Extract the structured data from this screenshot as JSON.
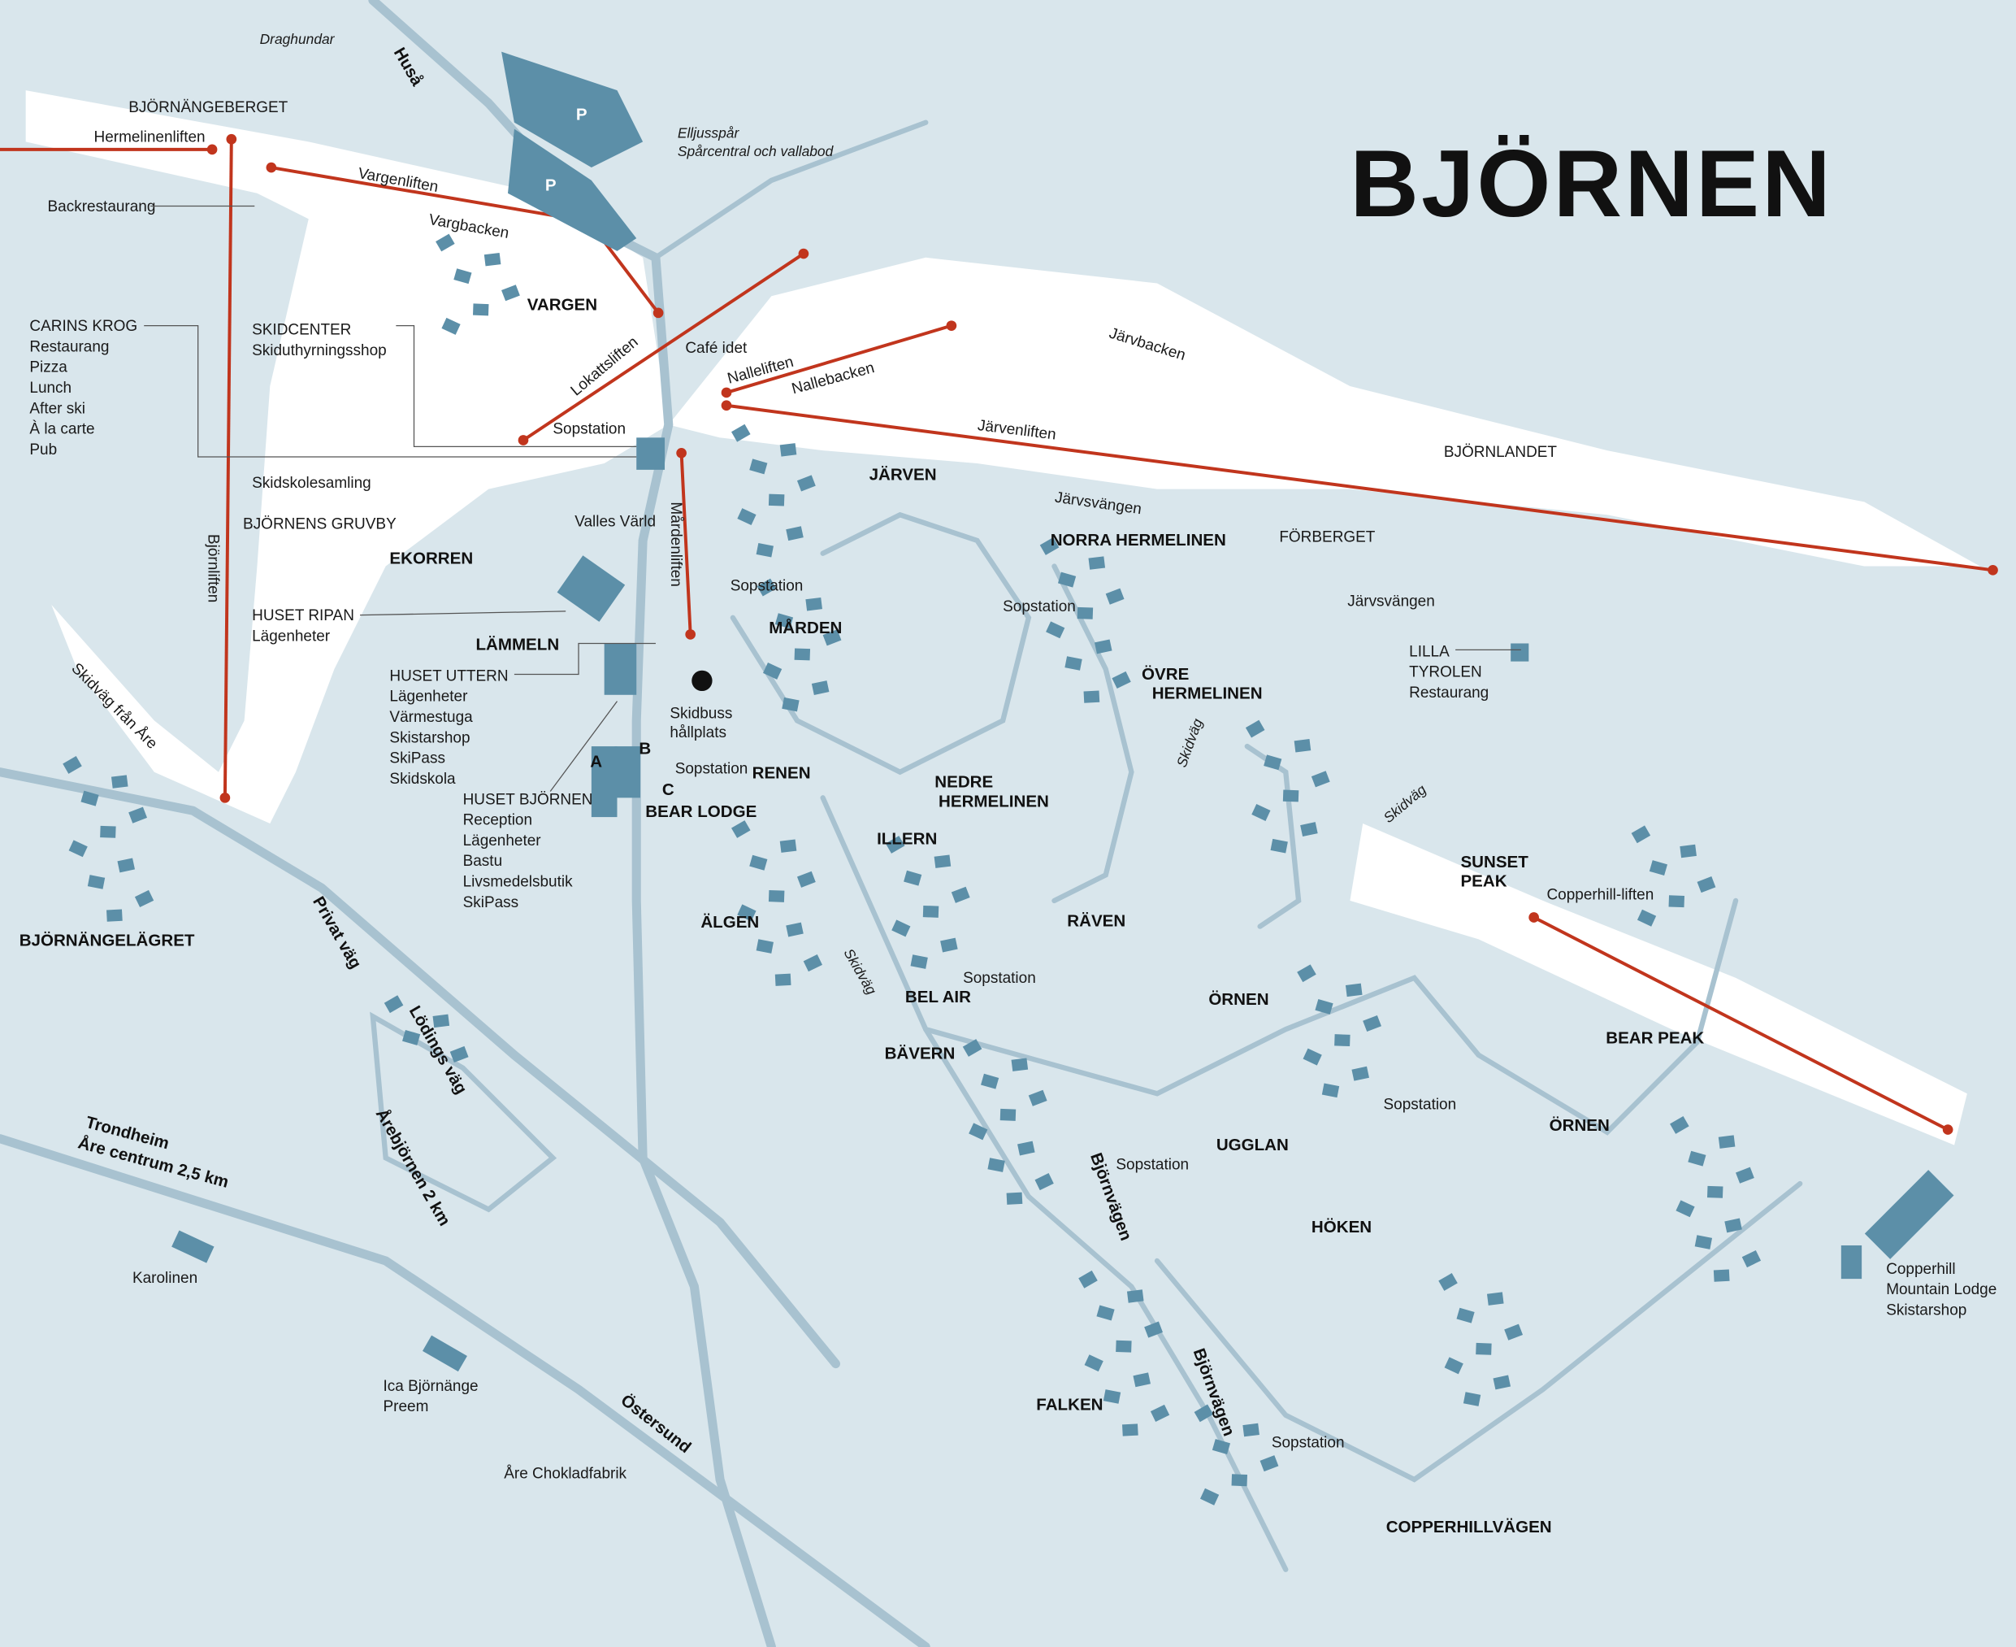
{
  "title": "BJÖRNEN",
  "lifts": {
    "hermelinen": "Hermelinenliften",
    "vargen": "Vargenliften",
    "lokatt": "Lokattsliften",
    "nalle": "Nalleliften",
    "jarven": "Järvenliften",
    "marden": "Mårdenliften",
    "bjorn": "Björnliften",
    "copperhill": "Copperhill-liften"
  },
  "slopes": {
    "vargbacken": "Vargbacken",
    "nallebacken": "Nallebacken",
    "jarvbacken": "Järvbacken",
    "jarvsvangen1": "Järvsvängen",
    "jarvsvangen2": "Järvsvängen",
    "skidvag1": "Skidväg",
    "skidvag2": "Skidväg",
    "skidvag3": "Skidväg",
    "skidvag_are": "Skidväg från Åre"
  },
  "places": {
    "bjornangeberget": "BJÖRNÄNGEBERGET",
    "bjornlandet": "BJÖRNLANDET",
    "forberget": "FÖRBERGET",
    "valles": "Valles Värld",
    "cafe": "Café idet",
    "backrest": "Backrestaurang",
    "draghundar": "Draghundar",
    "husa": "Huså",
    "elljus1": "Elljusspår",
    "elljus2": "Spårcentral och vallabod",
    "skidskole": "Skidskolesamling",
    "gruvby": "BJÖRNENS GRUVBY",
    "skidbuss1": "Skidbuss",
    "skidbuss2": "hållplats",
    "sop": "Sopstation",
    "karolinen": "Karolinen",
    "ica1": "Ica Björnänge",
    "ica2": "Preem",
    "choklad": "Åre Chokladfabrik",
    "trondheim1": "Trondheim",
    "trondheim2": "Åre centrum 2,5 km",
    "ostersund": "Östersund",
    "privat": "Privat väg",
    "lodings": "Lödings väg",
    "arebjornen": "Årebjörnen 2 km",
    "bjornvagen": "Björnvägen",
    "parking": "P",
    "a": "A",
    "b": "B",
    "c": "C"
  },
  "info": {
    "carins": [
      "CARINS KROG",
      "Restaurang",
      "Pizza",
      "Lunch",
      "After ski",
      "À la carte",
      "Pub"
    ],
    "skidcenter": [
      "SKIDCENTER",
      "Skiduthyrningsshop"
    ],
    "ripan": [
      "HUSET RIPAN",
      "Lägenheter"
    ],
    "uttern": [
      "HUSET UTTERN",
      "Lägenheter",
      "Värmestuga",
      "Skistarshop",
      "SkiPass",
      "Skidskola"
    ],
    "bjornen": [
      "HUSET BJÖRNEN",
      "Reception",
      "Lägenheter",
      "Bastu",
      "Livsmedelsbutik",
      "SkiPass"
    ],
    "tyrolen": [
      "LILLA",
      "TYROLEN",
      "Restaurang"
    ],
    "copperhill": [
      "Copperhill",
      "Mountain Lodge",
      "Skistarshop"
    ]
  },
  "areas": {
    "vargen": "VARGEN",
    "jarven": "JÄRVEN",
    "norra": "NORRA HERMELINEN",
    "ekorren": "EKORREN",
    "lammeln": "LÄMMELN",
    "marden": "MÅRDEN",
    "ovre1": "ÖVRE",
    "ovre2": "HERMELINEN",
    "renen": "RENEN",
    "nedre1": "NEDRE",
    "nedre2": "HERMELINEN",
    "bearlodge": "BEAR LODGE",
    "illern": "ILLERN",
    "algen": "ÄLGEN",
    "raven": "RÄVEN",
    "belair": "BEL AIR",
    "ornen1": "ÖRNEN",
    "bavern": "BÄVERN",
    "bearpeak": "BEAR PEAK",
    "ornen2": "ÖRNEN",
    "ugglan": "UGGLAN",
    "hoken": "HÖKEN",
    "falken": "FALKEN",
    "copperhillvagen": "COPPERHILLVÄGEN",
    "bjornangelagret": "BJÖRNÄNGELÄGRET",
    "sunset1": "SUNSET",
    "sunset2": "PEAK"
  },
  "colors": {
    "background": "#d9e6ec",
    "slope": "#ffffff",
    "road": "#a8c2d0",
    "lift": "#c1351d",
    "building": "#5c8fa8"
  }
}
